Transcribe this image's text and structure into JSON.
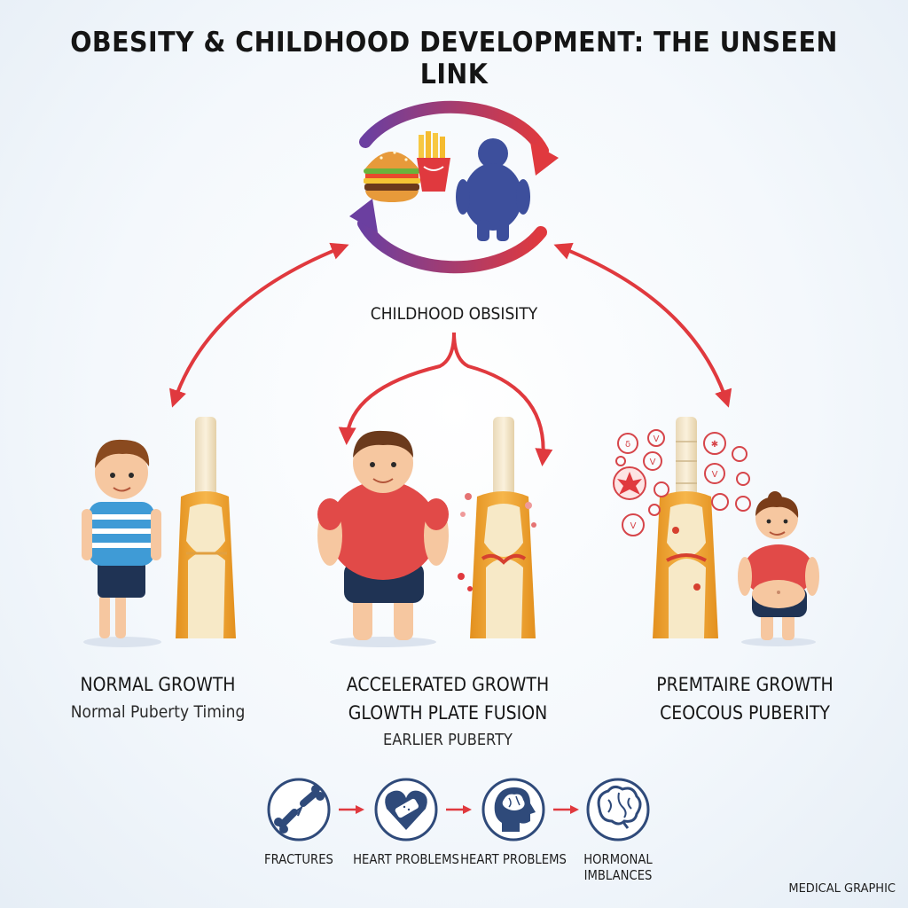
{
  "title": "OBESITY & CHILDHOOD DEVELOPMENT: THE UNSEEN LINK",
  "hub": {
    "label": "CHILDHOOD OBSISITY"
  },
  "columns": [
    {
      "line1": "NORMAL GROWTH",
      "line2": "Normal Puberty Timing"
    },
    {
      "line1": "ACCELERATED GROWTH",
      "line2": "GLOWTH PLATE FUSION",
      "line3": "EARLIER PUBERTY"
    },
    {
      "line1": "PREMTAIRE GROWTH",
      "line2": "CEOCOUS PUBERITY"
    }
  ],
  "consequences": [
    {
      "label": "FRACTURES",
      "icon": "broken-bone-icon"
    },
    {
      "label": "HEART PROBLEMS",
      "icon": "bandaged-heart-icon"
    },
    {
      "label": "HEART PROBLEMS",
      "icon": "head-brain-icon"
    },
    {
      "label": "HORMONAL IMBLANCES",
      "icon": "brain-icon"
    }
  ],
  "footer": "MEDICAL GRAPHIC",
  "colors": {
    "arrow_red": "#e0393e",
    "cycle_purple": "#6b3fa0",
    "figure_blue": "#3d4f9c",
    "bone_orange": "#f0a93a",
    "icon_navy": "#2f4a7a"
  }
}
